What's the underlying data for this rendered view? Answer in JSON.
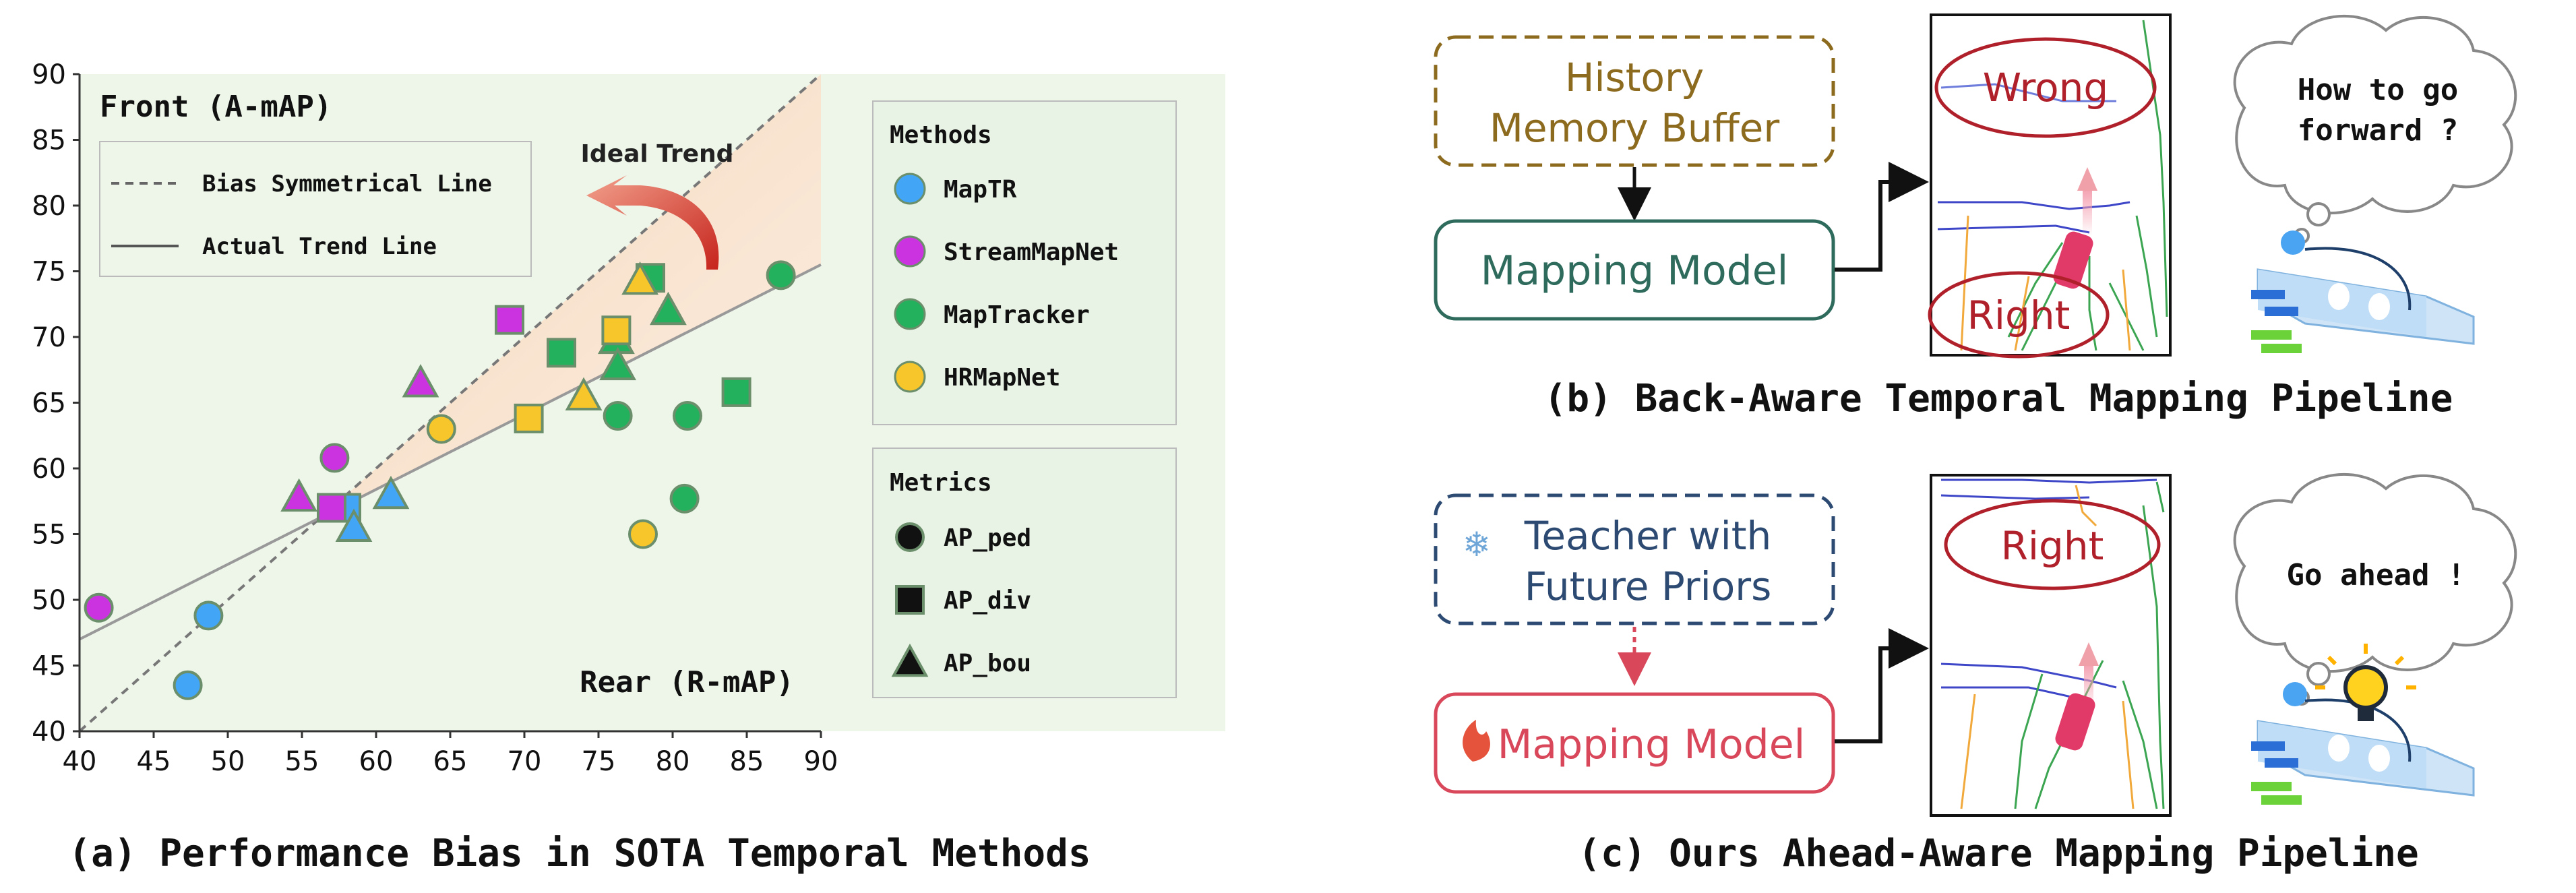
{
  "chart_data": {
    "type": "scatter",
    "caption": "(a) Performance Bias in SOTA Temporal Methods",
    "xlim": [
      40,
      90
    ],
    "ylim": [
      40,
      90
    ],
    "x_ticks": [
      "40",
      "45",
      "50",
      "55",
      "60",
      "65",
      "70",
      "75",
      "80",
      "85",
      "90"
    ],
    "y_ticks": [
      "40",
      "45",
      "50",
      "55",
      "60",
      "65",
      "70",
      "75",
      "80",
      "85",
      "90"
    ],
    "y_axis_label": "Front (A-mAP)",
    "x_axis_label": "Rear (R-mAP)",
    "lines": [
      {
        "name": "Bias Symmetrical Line",
        "style": "dashed",
        "points": [
          [
            40,
            40
          ],
          [
            90,
            90
          ]
        ]
      },
      {
        "name": "Actual Trend Line",
        "style": "solid",
        "points": [
          [
            40,
            47
          ],
          [
            90,
            75.5
          ]
        ]
      }
    ],
    "annotation": "Ideal Trend",
    "methods_title": "Methods",
    "metrics_title": "Metrics",
    "methods": [
      {
        "name": "MapTR",
        "color": "#42A5F5"
      },
      {
        "name": "StreamMapNet",
        "color": "#CC33E0"
      },
      {
        "name": "MapTracker",
        "color": "#23B15E"
      },
      {
        "name": "HRMapNet",
        "color": "#F7C62A"
      }
    ],
    "metrics": [
      {
        "name": "AP_ped",
        "shape": "circle"
      },
      {
        "name": "AP_div",
        "shape": "square"
      },
      {
        "name": "AP_bou",
        "shape": "triangle"
      }
    ],
    "series": [
      {
        "method": "MapTR",
        "points": [
          {
            "metric": "AP_ped",
            "x": 48.7,
            "y": 48.8
          },
          {
            "metric": "AP_ped",
            "x": 47.3,
            "y": 43.5
          },
          {
            "metric": "AP_div",
            "x": 58.0,
            "y": 57.0
          },
          {
            "metric": "AP_bou",
            "x": 61.0,
            "y": 58.0
          },
          {
            "metric": "AP_bou",
            "x": 58.5,
            "y": 55.5
          }
        ]
      },
      {
        "method": "StreamMapNet",
        "points": [
          {
            "metric": "AP_ped",
            "x": 41.3,
            "y": 49.4
          },
          {
            "metric": "AP_ped",
            "x": 57.2,
            "y": 60.8
          },
          {
            "metric": "AP_div",
            "x": 57.0,
            "y": 57.0
          },
          {
            "metric": "AP_div",
            "x": 69.0,
            "y": 71.3
          },
          {
            "metric": "AP_bou",
            "x": 54.8,
            "y": 57.8
          },
          {
            "metric": "AP_bou",
            "x": 63.0,
            "y": 66.5
          }
        ]
      },
      {
        "method": "MapTracker",
        "points": [
          {
            "metric": "AP_ped",
            "x": 87.3,
            "y": 74.7
          },
          {
            "metric": "AP_ped",
            "x": 76.3,
            "y": 64.0
          },
          {
            "metric": "AP_ped",
            "x": 81.0,
            "y": 64.0
          },
          {
            "metric": "AP_ped",
            "x": 80.8,
            "y": 57.7
          },
          {
            "metric": "AP_div",
            "x": 78.5,
            "y": 74.5
          },
          {
            "metric": "AP_div",
            "x": 72.5,
            "y": 68.8
          },
          {
            "metric": "AP_div",
            "x": 84.3,
            "y": 65.8
          },
          {
            "metric": "AP_bou",
            "x": 79.7,
            "y": 72.0
          },
          {
            "metric": "AP_bou",
            "x": 76.2,
            "y": 69.8
          },
          {
            "metric": "AP_bou",
            "x": 76.3,
            "y": 67.8
          }
        ]
      },
      {
        "method": "HRMapNet",
        "points": [
          {
            "metric": "AP_ped",
            "x": 64.4,
            "y": 63.0
          },
          {
            "metric": "AP_ped",
            "x": 78.0,
            "y": 55.0
          },
          {
            "metric": "AP_div",
            "x": 70.3,
            "y": 63.8
          },
          {
            "metric": "AP_div",
            "x": 76.2,
            "y": 70.5
          },
          {
            "metric": "AP_bou",
            "x": 77.8,
            "y": 74.3
          },
          {
            "metric": "AP_bou",
            "x": 74.0,
            "y": 65.5
          }
        ]
      }
    ]
  },
  "diagram_b": {
    "memory_box": [
      "History",
      "Memory Buffer"
    ],
    "model_box": "Mapping Model",
    "label_top": "Wrong",
    "label_bottom": "Right",
    "thought": [
      "How to go",
      "forward ?"
    ],
    "caption": "(b) Back-Aware Temporal Mapping Pipeline"
  },
  "diagram_c": {
    "teacher_box": [
      "Teacher with",
      "Future Priors"
    ],
    "model_box": "Mapping Model",
    "label_top": "Right",
    "thought": "Go ahead !",
    "caption": "(c) Ours Ahead-Aware Mapping Pipeline"
  },
  "colors": {
    "panel_bg": "#EEF6EA",
    "legend_bg": "#E9F3E5",
    "history_border": "#8C6A1E",
    "history_text": "#8C6A1E",
    "model_b_border": "#2E6B5C",
    "model_b_text": "#2E6B5C",
    "teacher_border": "#2D4A73",
    "teacher_text": "#2D4A73",
    "model_c_border": "#D9475A",
    "model_c_text": "#D9475A",
    "label_red": "#B0202A",
    "car": "#E23A68"
  }
}
